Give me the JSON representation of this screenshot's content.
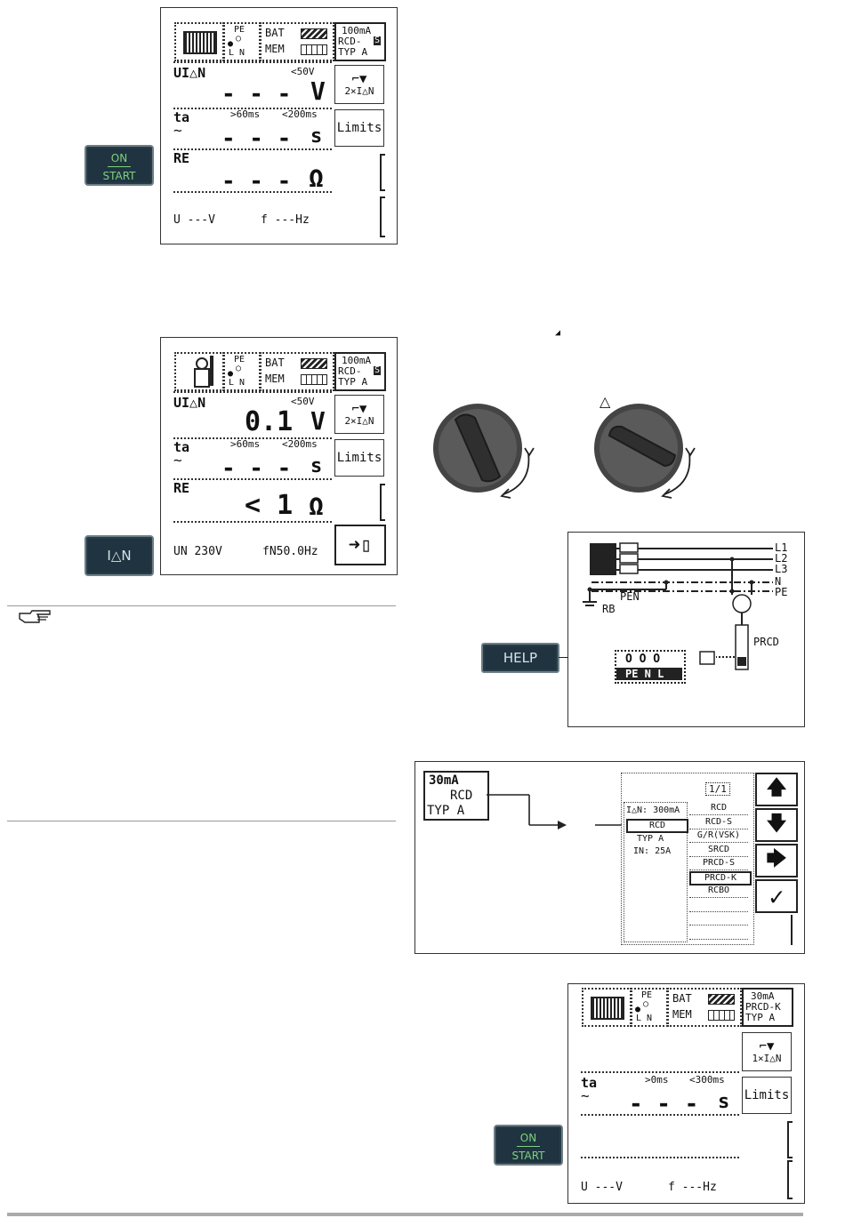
{
  "screen1": {
    "header": {
      "pe": "PE",
      "ln": "L  N",
      "bat": "BAT",
      "mem": "MEM",
      "current": "100mA",
      "rcd": "RCD-",
      "rcd_s": "S",
      "typ": "TYP A"
    },
    "row1": {
      "label": "UI△N",
      "limit": "<50V",
      "value": "- - -",
      "unit": "V",
      "softkey": "2×I△N"
    },
    "row2": {
      "label": "ta",
      "tilde": "∼",
      "lim1": ">60ms",
      "lim2": "<200ms",
      "value": "- - -",
      "unit": "s",
      "softkey": "Limits"
    },
    "row3": {
      "label": "RE",
      "value": "- - -",
      "unit": "Ω"
    },
    "footer": {
      "u": "U  ---V",
      "f": "f  ---Hz"
    }
  },
  "key_on_start_1": {
    "on": "ON",
    "start": "START"
  },
  "screen2": {
    "header": {
      "pe": "PE",
      "ln": "L  N",
      "bat": "BAT",
      "mem": "MEM",
      "current": "100mA",
      "rcd": "RCD-",
      "rcd_s": "S",
      "typ": "TYP A"
    },
    "row1": {
      "label": "UI△N",
      "limit": "<50V",
      "value": "0.1",
      "unit": "V",
      "softkey": "2×I△N"
    },
    "row2": {
      "label": "ta",
      "tilde": "∼",
      "lim1": ">60ms",
      "lim2": "<200ms",
      "value": "- - -",
      "unit": "s",
      "softkey": "Limits"
    },
    "row3": {
      "label": "RE",
      "value": "< 1",
      "unit": "Ω"
    },
    "footer": {
      "un": "UN 230V",
      "fn": "fN50.0Hz"
    }
  },
  "key_idn": {
    "label": "I△N"
  },
  "note_icon": "pointing-hand-icon",
  "knob_marks": {
    "left": "◢",
    "right": "△"
  },
  "circuit": {
    "lines": [
      "L1",
      "L2",
      "L3",
      "N",
      "PE"
    ],
    "pen": "PEN",
    "rb": "RB",
    "prcd": "PRCD",
    "socket": "O O O",
    "terminals": "PE N L"
  },
  "key_help": {
    "label": "HELP"
  },
  "rcd_select": {
    "left_box": {
      "current": "30mA",
      "rcd": "RCD",
      "typ": "TYP A"
    },
    "page": "1/1",
    "info": {
      "idn": "I△N: 300mA",
      "rcd": "RCD",
      "typ": "TYP   A",
      "in": "IN:  25A"
    },
    "options": [
      "RCD",
      "RCD-S",
      "G/R(VSK)",
      "SRCD",
      "PRCD-S",
      "PRCD-K",
      "RCBO",
      "",
      "",
      ""
    ],
    "selected_index": 5
  },
  "screen3": {
    "header": {
      "pe": "PE",
      "ln": "L  N",
      "bat": "BAT",
      "mem": "MEM",
      "current": "30mA",
      "rcd": "PRCD-K",
      "typ": "TYP A"
    },
    "softkey1": "1×I△N",
    "row2": {
      "label": "ta",
      "tilde": "∼",
      "lim1": ">0ms",
      "lim2": "<300ms",
      "value": "- - -",
      "unit": "s",
      "softkey": "Limits"
    },
    "footer": {
      "u": "U  ---V",
      "f": "f  ---Hz"
    }
  },
  "key_on_start_2": {
    "on": "ON",
    "start": "START"
  }
}
